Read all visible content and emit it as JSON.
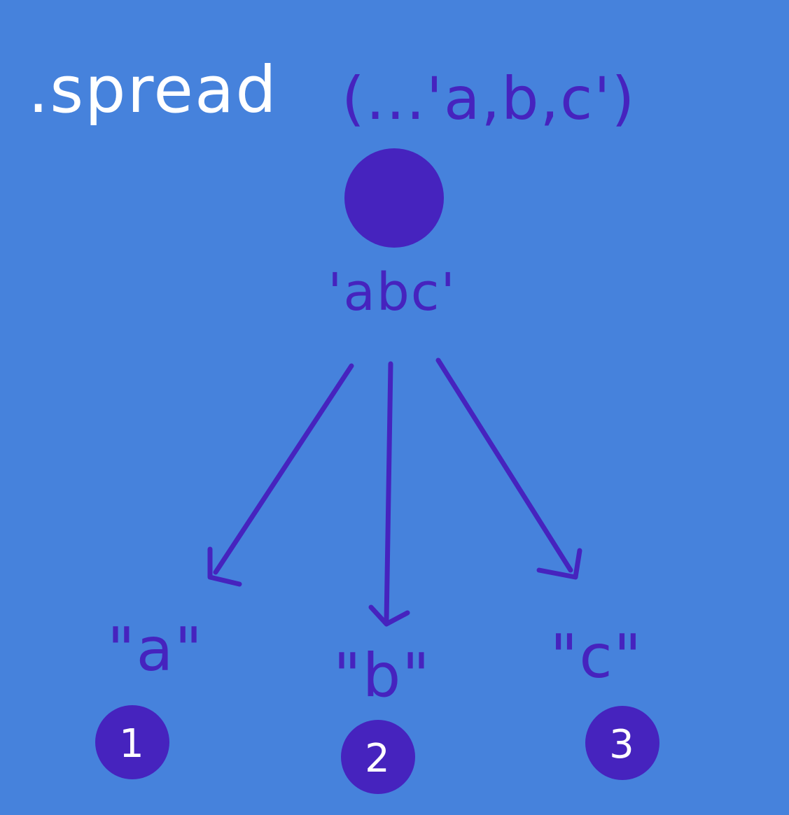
{
  "colors": {
    "background": "#4682DC",
    "ink_white": "#FFFFFF",
    "ink_purple": "#4623BE",
    "node_fill": "#4623BE"
  },
  "title": {
    "method": ".spread",
    "args": "(...'a,b,c')"
  },
  "source": {
    "label": "'abc'"
  },
  "items": [
    {
      "label": "\"a\"",
      "index": "1"
    },
    {
      "label": "\"b\"",
      "index": "2"
    },
    {
      "label": "\"c\"",
      "index": "3"
    }
  ]
}
